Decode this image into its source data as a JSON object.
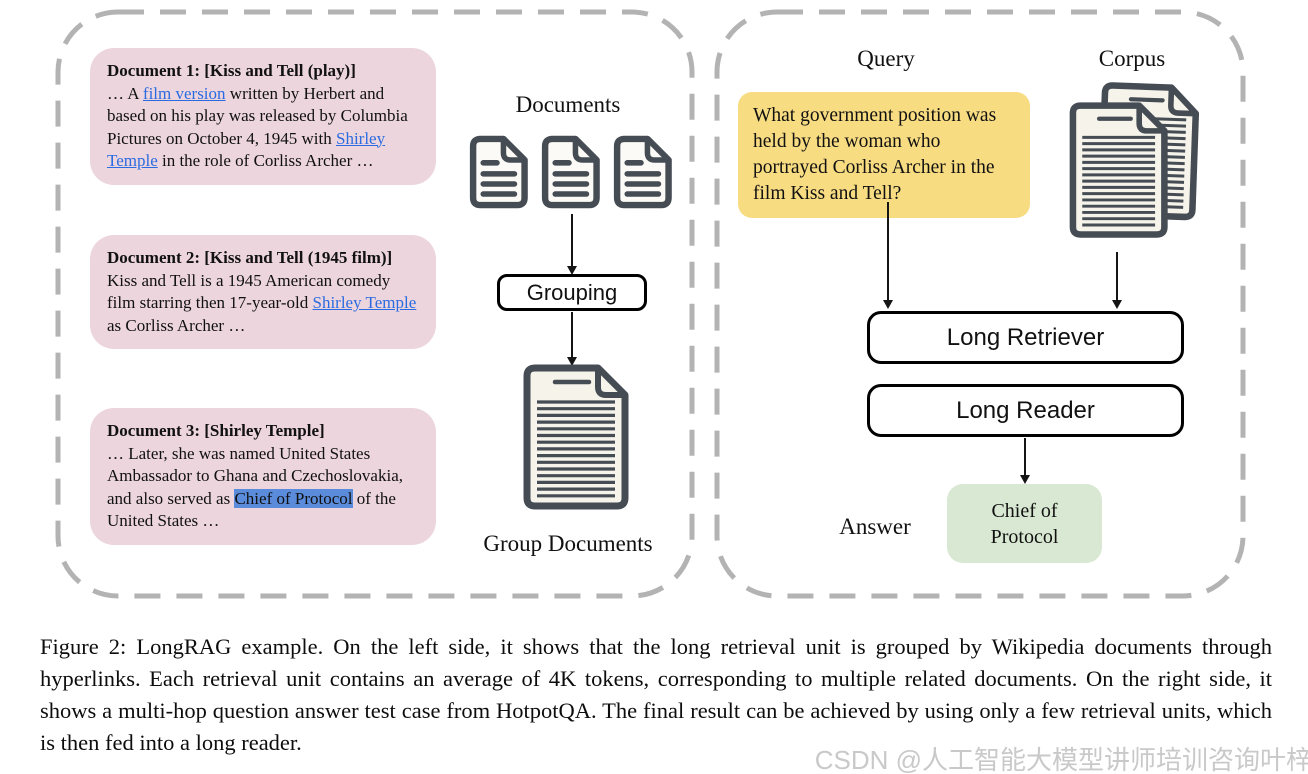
{
  "left_panel": {
    "label_documents": "Documents",
    "grouping_label": "Grouping",
    "label_group_documents": "Group Documents",
    "documents": [
      {
        "title": "Document 1: [Kiss and Tell (play)]",
        "parts": [
          {
            "text": "… A ",
            "style": "plain"
          },
          {
            "text": "film version",
            "style": "link"
          },
          {
            "text": " written by Herbert and based on his play was released by Columbia Pictures on October 4, 1945 with ",
            "style": "plain"
          },
          {
            "text": "Shirley Temple",
            "style": "link"
          },
          {
            "text": " in the role of Corliss Archer …",
            "style": "plain"
          }
        ]
      },
      {
        "title": "Document 2: [Kiss and Tell (1945 film)]",
        "parts": [
          {
            "text": "Kiss and Tell is a 1945 American comedy film starring then 17-year-old ",
            "style": "plain"
          },
          {
            "text": "Shirley Temple",
            "style": "link"
          },
          {
            "text": " as Corliss Archer …",
            "style": "plain"
          }
        ]
      },
      {
        "title": "Document 3: [Shirley Temple]",
        "parts": [
          {
            "text": "… Later, she was named United States Ambassador to Ghana and Czechoslovakia, and also served as ",
            "style": "plain"
          },
          {
            "text": "Chief of Protocol",
            "style": "highlight"
          },
          {
            "text": " of the United States …",
            "style": "plain"
          }
        ]
      }
    ]
  },
  "right_panel": {
    "label_query": "Query",
    "label_corpus": "Corpus",
    "query_text": "What government position was held by the woman who portrayed Corliss Archer in the film Kiss and Tell?",
    "retriever_label": "Long Retriever",
    "reader_label": "Long Reader",
    "label_answer": "Answer",
    "answer_text": "Chief of Protocol"
  },
  "caption": "Figure 2: LongRAG example. On the left side, it shows that the long retrieval unit is grouped by Wikipedia documents through hyperlinks. Each retrieval unit contains an average of 4K tokens, corresponding to multiple related documents. On the right side, it shows a multi-hop question answer test case from HotpotQA. The final result can be achieved by using only a few retrieval units, which is then fed into a long reader.",
  "watermark": "CSDN @人工智能大模型讲师培训咨询叶梓",
  "colors": {
    "card_pink": "#ecd5dd",
    "query_yellow": "#f8dc82",
    "answer_green": "#d9e8d2",
    "link_blue": "#2b6be0",
    "highlight_blue": "#5b8cdb",
    "dash_gray": "#b3b3b3",
    "icon_stroke": "#454c54",
    "page_fill": "#f5f3ea",
    "small_page_fill": "#fbfaf6",
    "watermark_gray": "#c9c9c9"
  }
}
